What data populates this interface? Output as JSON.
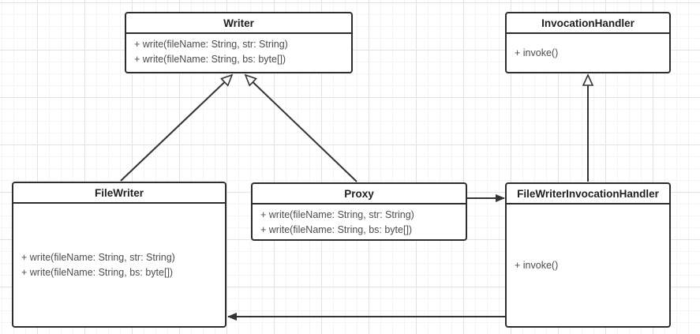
{
  "diagram": {
    "type": "uml-class-diagram",
    "colors": {
      "box_border": "#2d2d2d",
      "box_fill": "#ffffff",
      "title_text": "#1f1f1f",
      "member_text": "#4c4c4c",
      "connector": "#333333",
      "grid_minor": "#f4f4f4",
      "grid_major": "#e3e3e3",
      "background": "#ffffff"
    }
  },
  "classes": [
    {
      "name": "Writer",
      "members": [
        "+ write(fileName: String, str: String)",
        "+ write(fileName: String, bs: byte[])"
      ]
    },
    {
      "name": "InvocationHandler",
      "members": [
        "+ invoke()"
      ]
    },
    {
      "name": "FileWriter",
      "members": [
        "+ write(fileName: String, str: String)",
        "+ write(fileName: String, bs: byte[])"
      ]
    },
    {
      "name": "Proxy",
      "members": [
        "+ write(fileName: String, str: String)",
        "+ write(fileName: String, bs: byte[])"
      ]
    },
    {
      "name": "FileWriterInvocationHandler",
      "members": [
        "+ invoke()"
      ]
    }
  ],
  "relationships": [
    {
      "from": "FileWriter",
      "to": "Writer",
      "type": "generalization",
      "arrowhead": "hollow-triangle"
    },
    {
      "from": "Proxy",
      "to": "Writer",
      "type": "generalization",
      "arrowhead": "hollow-triangle"
    },
    {
      "from": "FileWriterInvocationHandler",
      "to": "InvocationHandler",
      "type": "generalization",
      "arrowhead": "hollow-triangle"
    },
    {
      "from": "Proxy",
      "to": "FileWriterInvocationHandler",
      "type": "association",
      "arrowhead": "solid-triangle"
    },
    {
      "from": "FileWriterInvocationHandler",
      "to": "FileWriter",
      "type": "association",
      "arrowhead": "solid-triangle"
    }
  ]
}
